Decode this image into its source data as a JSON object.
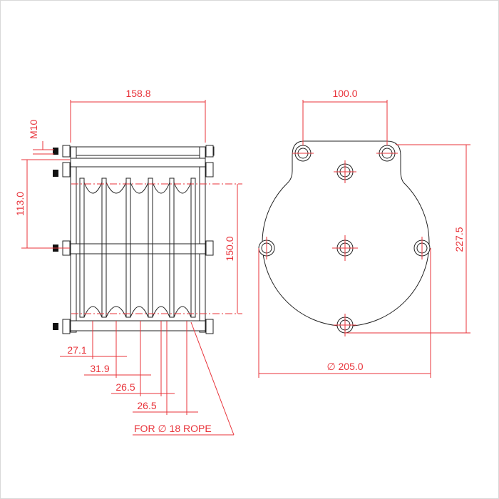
{
  "drawing": {
    "side_view": {
      "width_label": "158.8",
      "bolt_label": "M10",
      "height_a_label": "113.0",
      "height_b_label": "150.0",
      "pitch_labels": [
        "27.1",
        "31.9",
        "26.5",
        "26.5"
      ],
      "rope_note": "FOR ∅ 18 ROPE"
    },
    "front_view": {
      "hole_spacing_label": "100.0",
      "height_label": "227.5",
      "diameter_label": "∅ 205.0"
    },
    "colors": {
      "dimension": "#e8333a",
      "outline": "#222222",
      "frame": "#d9d9d9"
    }
  }
}
